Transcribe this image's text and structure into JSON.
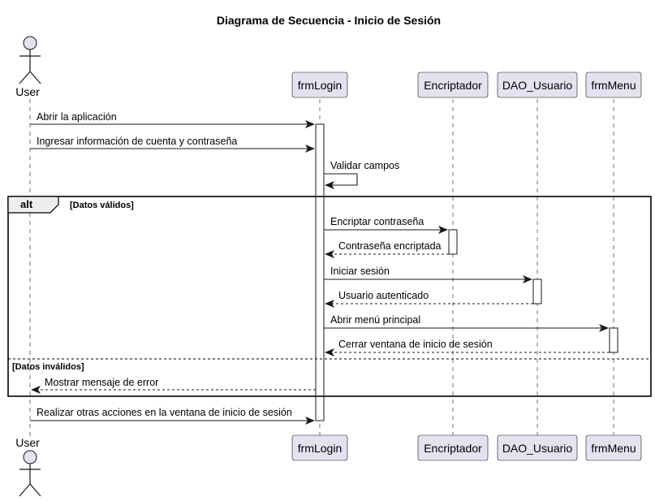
{
  "title": "Diagrama de Secuencia - Inicio de Sesión",
  "participants": {
    "user": "User",
    "frmLogin": "frmLogin",
    "encriptador": "Encriptador",
    "dao": "DAO_Usuario",
    "frmMenu": "frmMenu"
  },
  "messages": {
    "m1": "Abrir la aplicación",
    "m2": "Ingresar información de cuenta y contraseña",
    "m3": "Validar campos",
    "m4": "Encriptar contraseña",
    "m5": "Contraseña encriptada",
    "m6": "Iniciar sesión",
    "m7": "Usuario autenticado",
    "m8": "Abrir menú principal",
    "m9": "Cerrar ventana de inicio de sesión",
    "m10": "Mostrar mensaje de error",
    "m11": "Realizar otras acciones en la ventana de inicio de sesión"
  },
  "alt_fragment": {
    "label": "alt",
    "guard_valid": "[Datos válidos]",
    "guard_invalid": "[Datos inválidos]"
  },
  "colors": {
    "participant_fill": "#E2E2F0",
    "line": "#181818"
  }
}
